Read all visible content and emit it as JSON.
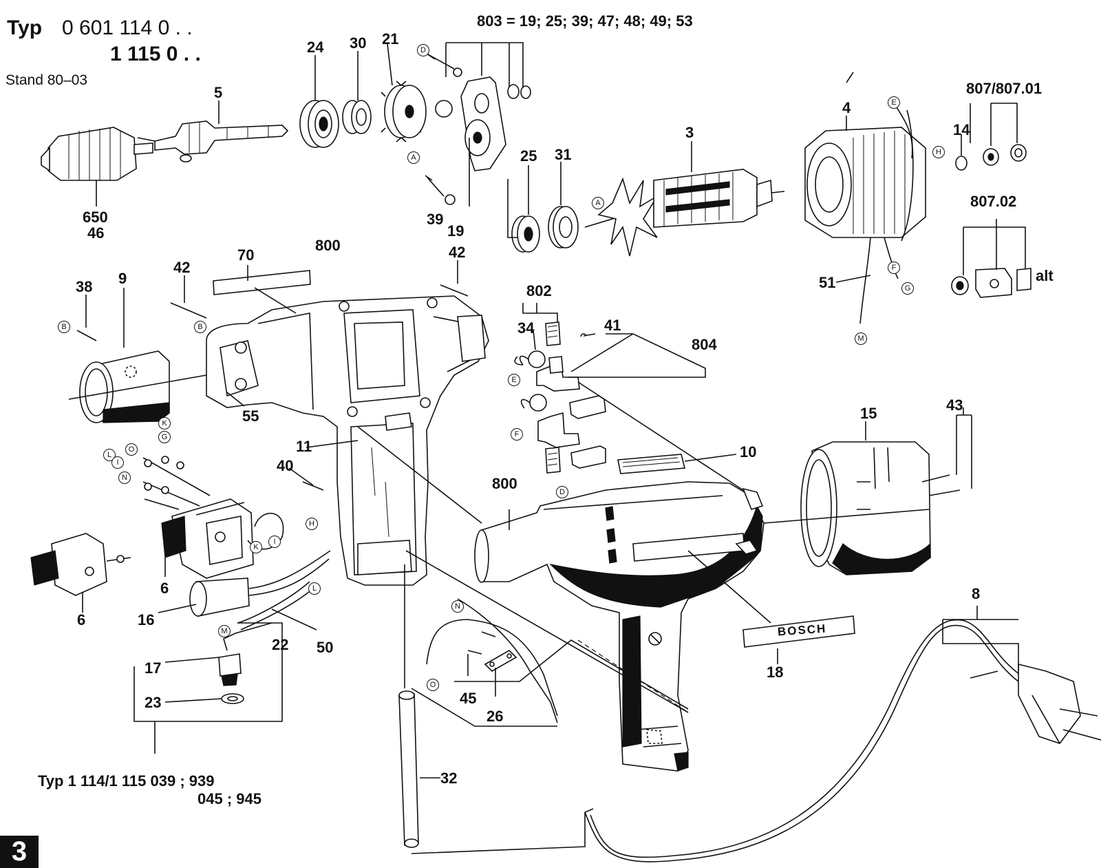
{
  "header": {
    "typ_label": "Typ",
    "typ_line1": "0 601 114 0 . .",
    "typ_line2": "1 115 0 . .",
    "stand": "Stand 80–03"
  },
  "page_badge": "3",
  "part_labels": {
    "p803_group": "803 = 19; 25; 39; 47; 48; 49; 53",
    "p24": "24",
    "p30": "30",
    "p21": "21",
    "p5": "5",
    "p650": "650",
    "p46": "46",
    "p39": "39",
    "p19": "19",
    "p25": "25",
    "p31": "31",
    "p3": "3",
    "p4": "4",
    "p807": "807/807.01",
    "p14": "14",
    "p807_02": "807.02",
    "p_alt": "alt",
    "p51": "51",
    "p70": "70",
    "p800_top": "800",
    "p42_left": "42",
    "p42_right": "42",
    "p38": "38",
    "p9": "9",
    "p55": "55",
    "p802": "802",
    "p34": "34",
    "p41": "41",
    "p804": "804",
    "p10": "10",
    "p11": "11",
    "p40": "40",
    "p800_mid": "800",
    "p15": "15",
    "p43": "43",
    "p6_a": "6",
    "p6_b": "6",
    "p16": "16",
    "p17": "17",
    "p22": "22",
    "p50": "50",
    "p23": "23",
    "p45": "45",
    "p26": "26",
    "p32": "32",
    "p18": "18",
    "p8": "8"
  },
  "bosch_plate": "BOSCH",
  "footnote": {
    "line1": "Typ 1 114/1 115  039 ; 939",
    "line2": "045 ; 945"
  },
  "connection_markers": {
    "m_D1": "D",
    "m_A1": "A",
    "m_E1": "E",
    "m_H1": "H",
    "m_A2": "A",
    "m_F1": "F",
    "m_G1": "G",
    "m_M1": "M",
    "m_B1": "B",
    "m_B2": "B",
    "m_K1": "K",
    "m_G2": "G",
    "m_L1": "L",
    "m_I1": "I",
    "m_O1": "O",
    "m_N1": "N",
    "m_E2": "E",
    "m_F2": "F",
    "m_D2": "D",
    "m_K2": "K",
    "m_I2": "I",
    "m_H2": "H",
    "m_L2": "L",
    "m_M2": "M",
    "m_N2": "N",
    "m_O2": "O"
  }
}
